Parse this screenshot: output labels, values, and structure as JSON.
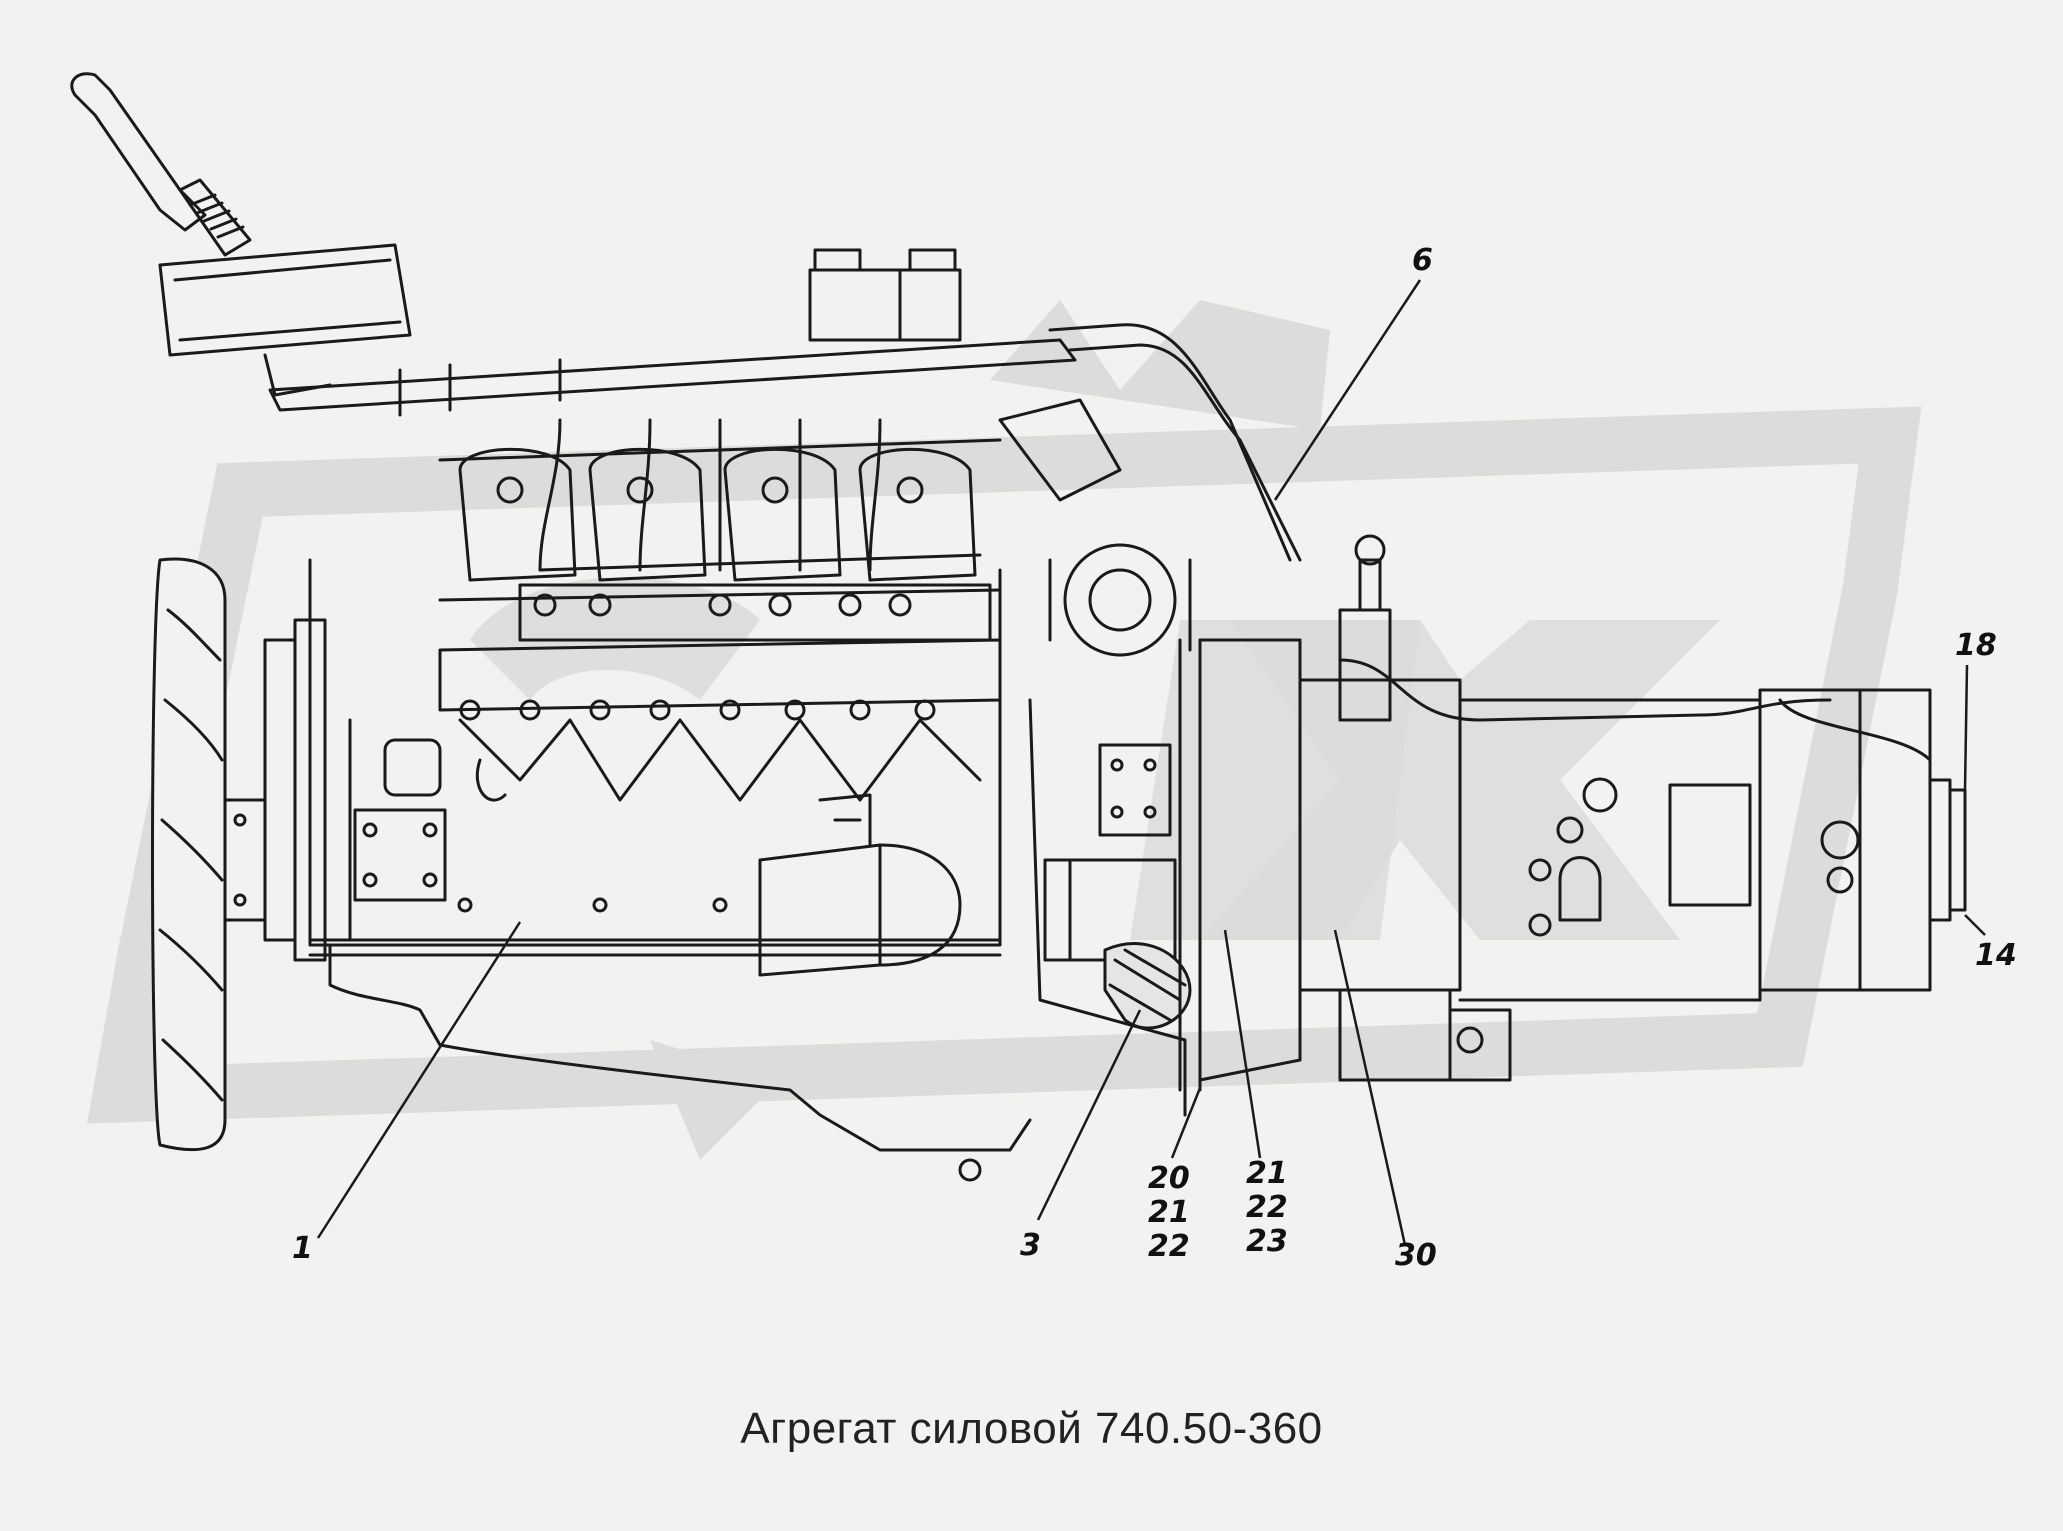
{
  "caption": "Агрегат силовой 740.50-360",
  "watermark": {
    "text": "Sfedx",
    "color": "#dcdcdc"
  },
  "colors": {
    "line": "#1a1a1a",
    "background": "#f2f2f0",
    "watermark": "#dcdcdc"
  },
  "callouts": {
    "c1": "1",
    "c3": "3",
    "c6": "6",
    "c14": "14",
    "c18": "18",
    "c20": [
      "20",
      "21",
      "22"
    ],
    "c21": [
      "21",
      "22",
      "23"
    ],
    "c30": "30"
  }
}
